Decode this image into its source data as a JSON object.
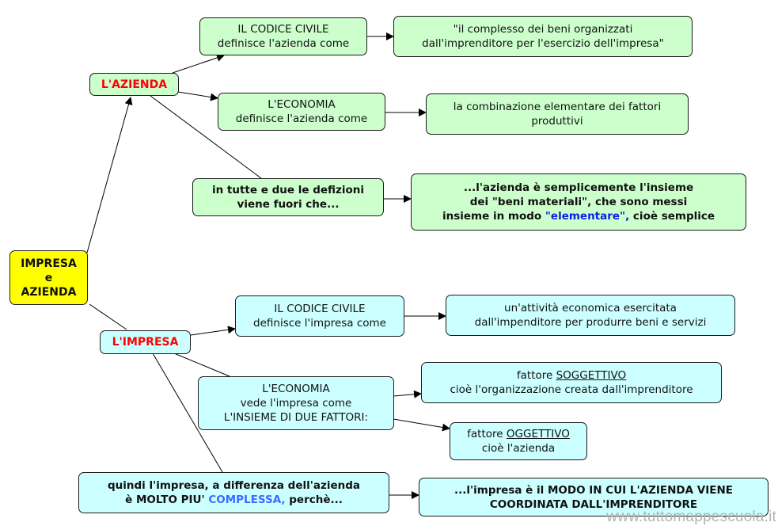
{
  "root": {
    "lines": [
      "IMPRESA",
      "e",
      "AZIENDA"
    ],
    "color": "#ffff00"
  },
  "azienda": {
    "label": "L'AZIENDA",
    "codice_civile": {
      "line1": "IL CODICE CIVILE",
      "line2": "definisce l'azienda come"
    },
    "codice_civile_def": {
      "line1": "\"il complesso dei beni organizzati",
      "line2": "dall'imprenditore per l'esercizio dell'impresa\""
    },
    "economia": {
      "line1": "L'ECONOMIA",
      "line2": "definisce l'azienda come"
    },
    "economia_def": {
      "line1": "la combinazione elementare dei fattori",
      "line2": "produttivi"
    },
    "conclusion": {
      "line1": "in tutte e due le defizioni",
      "line2": "viene fuori che..."
    },
    "conclusion_def": {
      "line1": "...l'azienda è semplicemente l'insieme",
      "line2": "dei \"beni materiali\", che sono messi",
      "line3_a": "insieme in modo ",
      "line3_highlight": "\"elementare\",",
      "line3_b": " cioè semplice"
    },
    "color": "#ccffcc"
  },
  "impresa": {
    "label": "L'IMPRESA",
    "codice_civile": {
      "line1": "IL CODICE CIVILE",
      "line2": "definisce l'impresa come"
    },
    "codice_civile_def": {
      "line1": "un'attività economica esercitata",
      "line2": "dall'impenditore per produrre beni e servizi"
    },
    "economia": {
      "line1": "L'ECONOMIA",
      "line2": "vede l'impresa come",
      "line3": "L'INSIEME DI DUE FATTORI:"
    },
    "soggettivo": {
      "prefix": "fattore ",
      "term": "SOGGETTIVO",
      "line2": "cioè l'organizzazione creata dall'imprenditore"
    },
    "oggettivo": {
      "prefix": "fattore ",
      "term": "OGGETTIVO",
      "line2": "cioè l'azienda"
    },
    "conclusion": {
      "line1": "quindi l'impresa, a differenza dell'azienda",
      "line2_a": "è MOLTO PIU' ",
      "line2_highlight": "COMPLESSA,",
      "line2_b": " perchè..."
    },
    "conclusion_def": {
      "line1": "...l'impresa è il MODO IN CUI L'AZIENDA VIENE",
      "line2": "COORDINATA DALL'IMPRENDITORE"
    },
    "color": "#ccffff"
  },
  "watermark": "www.tuttomappescuola.it"
}
